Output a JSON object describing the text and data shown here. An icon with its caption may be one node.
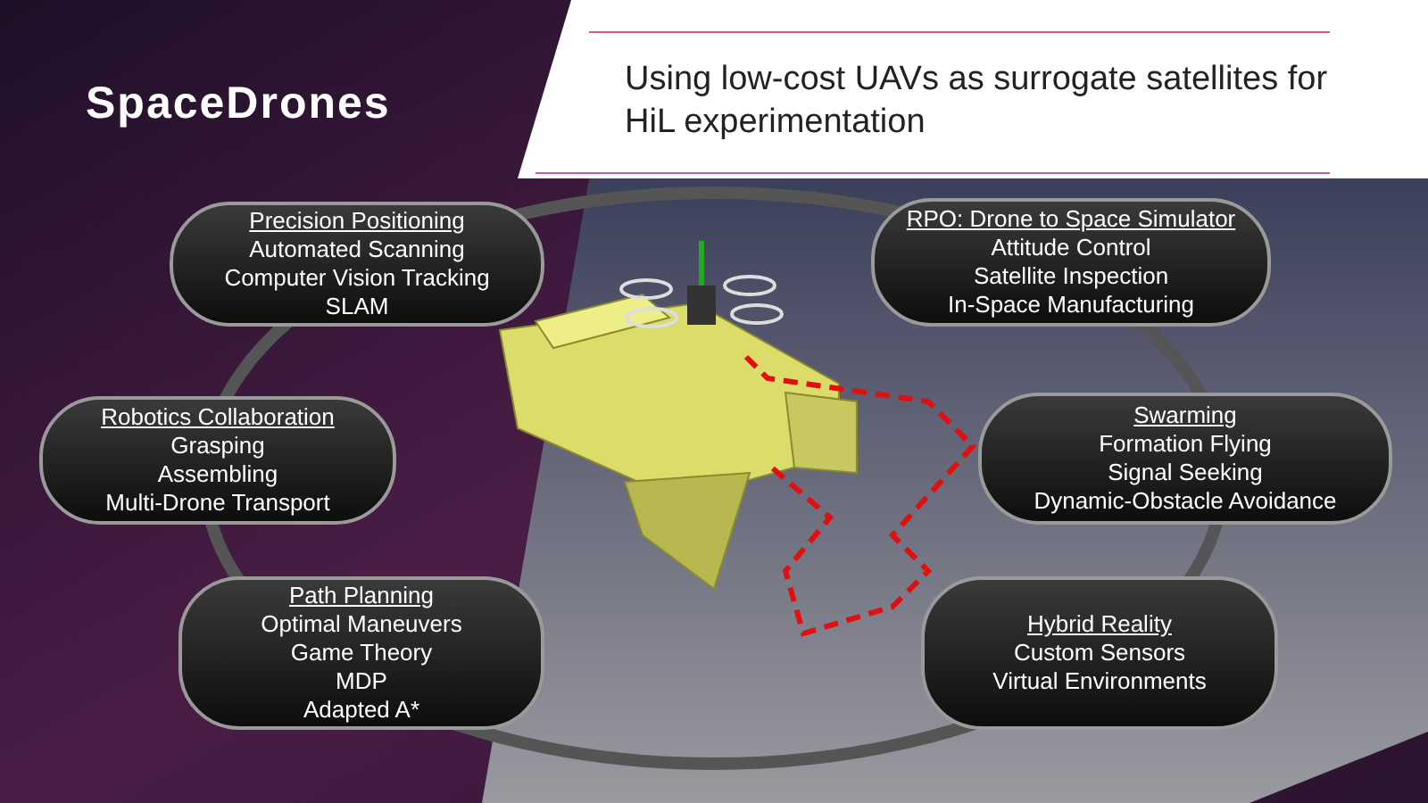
{
  "diagram": {
    "title": "SpaceDrones",
    "nodes": [
      {
        "text": [
          "Precision Positioning",
          "Automated Scanning",
          "Computer Vision Tracking",
          "SLAM"
        ]
      },
      {
        "text": [
          "RPO: Drone to Space Simulator",
          "Attitude Control",
          "Satellite Inspection",
          "In-Space Manufacturing"
        ]
      },
      {
        "text": [
          "Robotics Collaboration",
          "Grasping",
          "Assembling",
          "Multi-Drone Transport"
        ]
      },
      {
        "text": [
          "Swarming",
          "Formation Flying",
          "Signal Seeking",
          "Dynamic-Obstacle Avoidance"
        ]
      },
      {
        "text": [
          "Path Planning",
          "Optimal Maneuvers",
          "Game Theory",
          "MDP",
          "Adapted A*"
        ]
      },
      {
        "text": [
          "Hybrid Reality",
          "Custom Sensors",
          "Virtual Environments"
        ]
      }
    ],
    "edges": [],
    "labels": [
      "Using low-cost UAVs as surrogate satellites for HiL experimentation"
    ]
  }
}
